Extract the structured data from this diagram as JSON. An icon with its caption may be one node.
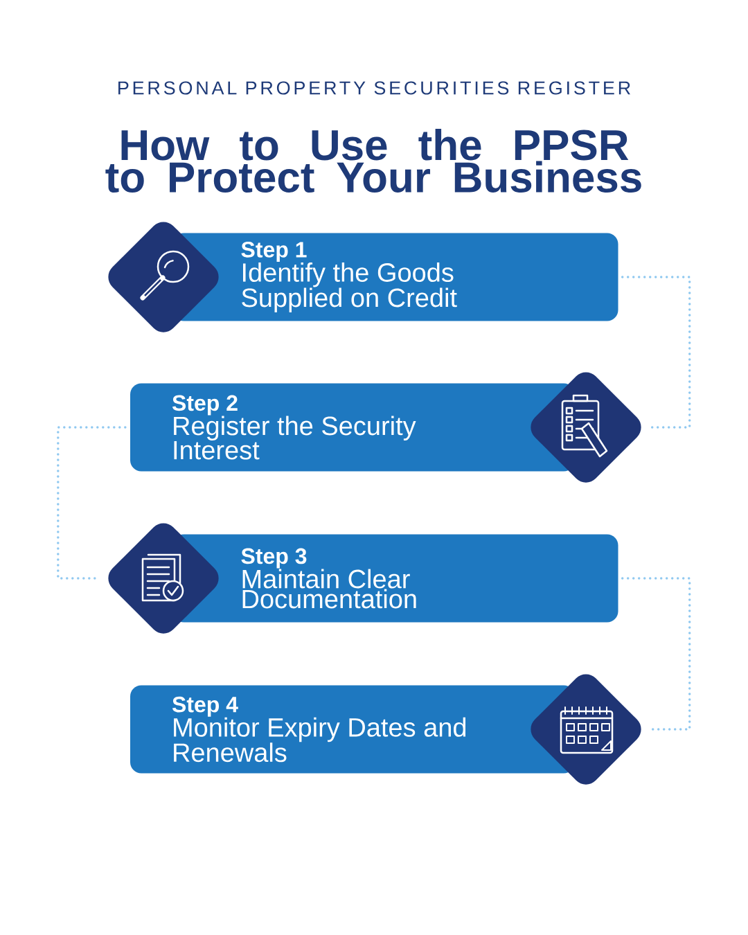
{
  "diagram": {
    "title": "How to Use the PPSR to Protect Your Business",
    "nodes": [
      {
        "text": [],
        "shape": "diamond"
      },
      {
        "text": [
          "Step 1",
          "Identify the Goods Supplied on Credit"
        ]
      },
      {
        "text": [
          "Step 2",
          "Register the Security Interest"
        ]
      },
      {
        "text": [],
        "shape": "diamond"
      },
      {
        "text": [],
        "shape": "diamond"
      },
      {
        "text": [
          "Step 3",
          "Maintain Clear Documentation"
        ]
      },
      {
        "text": [
          "Step 4",
          "Monitor Expiry Dates and Renewals"
        ]
      },
      {
        "text": [],
        "shape": "diamond"
      }
    ],
    "edges": [
      {
        "from": 1,
        "to": 3,
        "arrow": "none",
        "style": "dashed"
      },
      {
        "from": 2,
        "to": 4,
        "arrow": "none",
        "style": "dashed"
      },
      {
        "from": 5,
        "to": 7,
        "arrow": "none",
        "style": "dashed"
      }
    ],
    "labels": [
      "PERSONAL PROPERTY SECURITIES REGISTER"
    ]
  }
}
